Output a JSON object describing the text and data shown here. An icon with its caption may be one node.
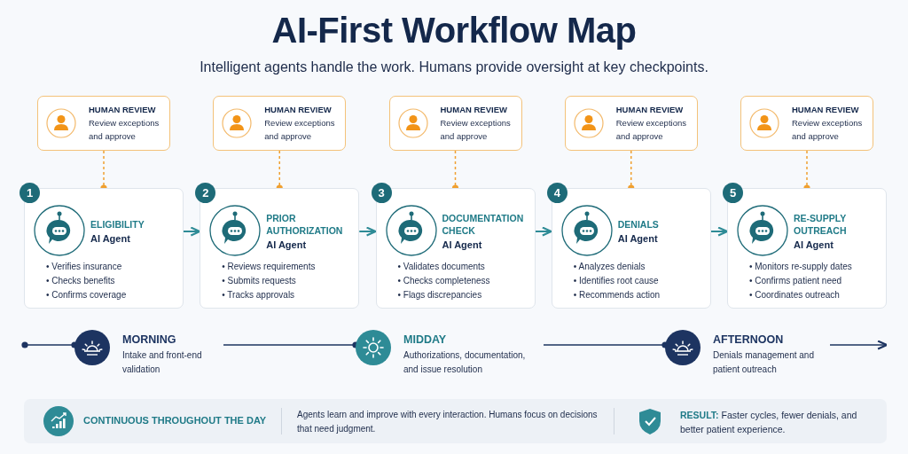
{
  "diagram": {
    "title": "AI-First Workflow Map",
    "nodes": [
      {
        "text": [
          "HUMAN REVIEW",
          "Review exceptions and approve"
        ]
      },
      {
        "text": [
          "HUMAN REVIEW",
          "Review exceptions and approve"
        ]
      },
      {
        "text": [
          "HUMAN REVIEW",
          "Review exceptions and approve"
        ]
      },
      {
        "text": [
          "HUMAN REVIEW",
          "Review exceptions and approve"
        ]
      },
      {
        "text": [
          "HUMAN REVIEW",
          "Review exceptions and approve"
        ]
      },
      {
        "text": [
          "1",
          "ELIGIBILITY",
          "AI Agent",
          "• Verifies insurance",
          "• Checks benefits",
          "• Confirms coverage"
        ]
      },
      {
        "text": [
          "2",
          "PRIOR AUTHORIZATION",
          "AI Agent",
          "• Reviews requirements",
          "• Submits requests",
          "• Tracks approvals"
        ]
      },
      {
        "text": [
          "3",
          "DOCUMENTATION CHECK",
          "AI Agent",
          "• Validates documents",
          "• Checks completeness",
          "• Flags discrepancies"
        ]
      },
      {
        "text": [
          "4",
          "DENIALS",
          "AI Agent",
          "• Analyzes denials",
          "• Identifies root cause",
          "• Recommends action"
        ]
      },
      {
        "text": [
          "5",
          "RE-SUPPLY OUTREACH",
          "AI Agent",
          "• Monitors re-supply dates",
          "• Confirms patient need",
          "• Coordinates outreach"
        ]
      },
      {
        "text": [
          "MORNING",
          "Intake and front-end validation"
        ]
      },
      {
        "text": [
          "MIDDAY",
          "Authorizations, documentation, and issue resolution"
        ]
      },
      {
        "text": [
          "AFTERNOON",
          "Denials management and patient outreach"
        ]
      },
      {
        "text": [
          "CONTINUOUS THROUGHOUT THE DAY",
          "Agents learn and improve with every interaction. Humans focus on decisions that need judgment.",
          "**RESULT:** Faster cycles, fewer denials, and better patient experience."
        ]
      }
    ],
    "edges": [
      {
        "from": 0,
        "to": 5,
        "arrow": "other",
        "style": "dashed",
        "color": "#f0a030"
      },
      {
        "from": 1,
        "to": 6,
        "arrow": "other",
        "style": "dashed",
        "color": "#f0a030"
      },
      {
        "from": 2,
        "to": 7,
        "arrow": "other",
        "style": "dashed",
        "color": "#f0a030"
      },
      {
        "from": 3,
        "to": 8,
        "arrow": "other",
        "style": "dashed",
        "color": "#f0a030"
      },
      {
        "from": 4,
        "to": 9,
        "arrow": "other",
        "style": "dashed",
        "color": "#f0a030"
      },
      {
        "from": 5,
        "to": 6,
        "arrow": "to",
        "color": "#2e8b96"
      },
      {
        "from": 6,
        "to": 7,
        "arrow": "to",
        "color": "#2e8b96"
      },
      {
        "from": 7,
        "to": 8,
        "arrow": "to",
        "color": "#2e8b96"
      },
      {
        "from": 8,
        "to": 9,
        "arrow": "to",
        "color": "#2e8b96"
      },
      {
        "from": null,
        "to": 10,
        "arrow": "other",
        "color": "#1d3461"
      },
      {
        "from": 10,
        "to": 11,
        "arrow": "other",
        "color": "#1d3461"
      },
      {
        "from": 11,
        "to": 12,
        "arrow": "other",
        "color": "#1d3461"
      },
      {
        "from": 12,
        "to": null,
        "arrow": "to",
        "color": "#1d3461"
      }
    ],
    "labels": [
      "Intelligent agents handle the work. Humans provide oversight at key checkpoints."
    ]
  }
}
